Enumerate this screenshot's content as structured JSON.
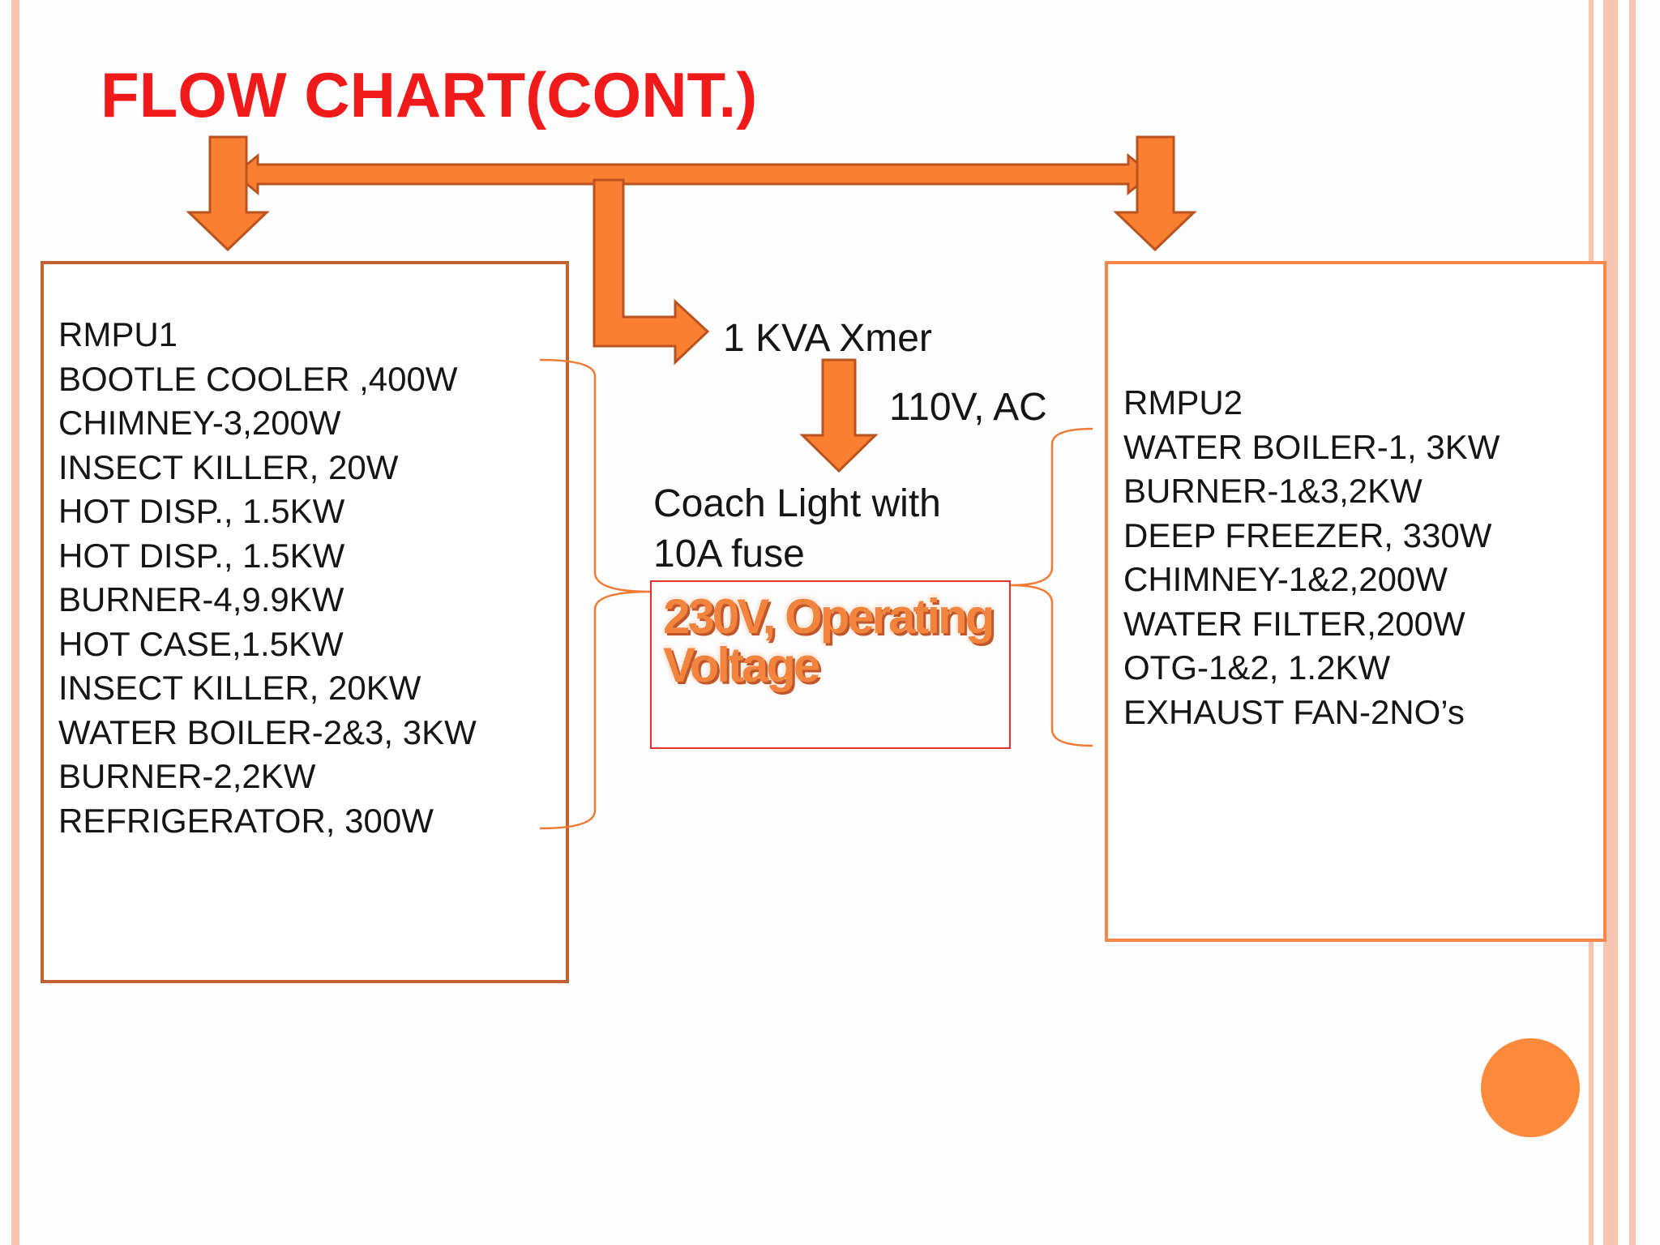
{
  "slide": {
    "title": "FLOW CHART(CONT.)",
    "colors": {
      "title": "#f01a1a",
      "arrow_fill": "#fb7f30",
      "arrow_stroke": "#b9531f",
      "box_left_border": "#c06131",
      "box_right_border": "#f6874a",
      "voltage_box_border": "#e4312b",
      "brace": "#f07a34",
      "accent_circle": "#fb8a3c",
      "side_stripes": "#f8c4b0"
    }
  },
  "rmpu1": {
    "heading": "RMPU1",
    "items": [
      "BOOTLE COOLER ,400W",
      "CHIMNEY-3,200W",
      "INSECT KILLER, 20W",
      "HOT DISP., 1.5KW",
      "HOT DISP., 1.5KW",
      "BURNER-4,9.9KW",
      "HOT CASE,1.5KW",
      "INSECT KILLER, 20KW",
      "WATER BOILER-2&3, 3KW",
      "BURNER-2,2KW",
      "REFRIGERATOR, 300W"
    ]
  },
  "rmpu2": {
    "heading": "RMPU2",
    "items": [
      "WATER BOILER-1, 3KW",
      "BURNER-1&3,2KW",
      "DEEP FREEZER, 330W",
      "CHIMNEY-1&2,200W",
      "WATER FILTER,200W",
      "OTG-1&2, 1.2KW",
      "EXHAUST FAN-2NO’s"
    ]
  },
  "center": {
    "transformer": "1 KVA Xmer",
    "ac_label": "110V, AC",
    "coach_light_line1": "Coach Light with",
    "coach_light_line2": "10A fuse",
    "voltage_line1": "230V, Operating",
    "voltage_line2": "Voltage"
  }
}
